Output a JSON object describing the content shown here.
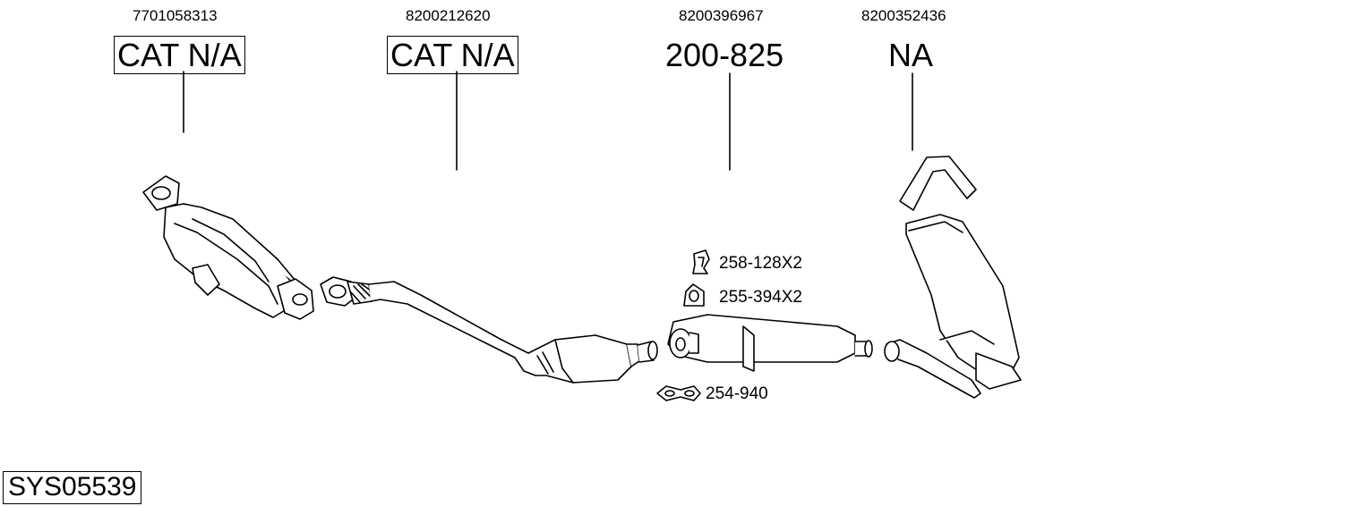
{
  "parts": [
    {
      "oem": "7701058313",
      "code": "CAT N/A",
      "boxed": true
    },
    {
      "oem": "8200212620",
      "code": "CAT N/A",
      "boxed": true
    },
    {
      "oem": "8200396967",
      "code": "200-825",
      "boxed": false
    },
    {
      "oem": "8200352436",
      "code": "NA",
      "boxed": false
    }
  ],
  "accessories": [
    {
      "label": "258-128X2",
      "icon": "rubber-hanger-icon"
    },
    {
      "label": "255-394X2",
      "icon": "mounting-rubber-icon"
    },
    {
      "label": "254-940",
      "icon": "clamp-icon"
    }
  ],
  "system_code": "SYS05539"
}
